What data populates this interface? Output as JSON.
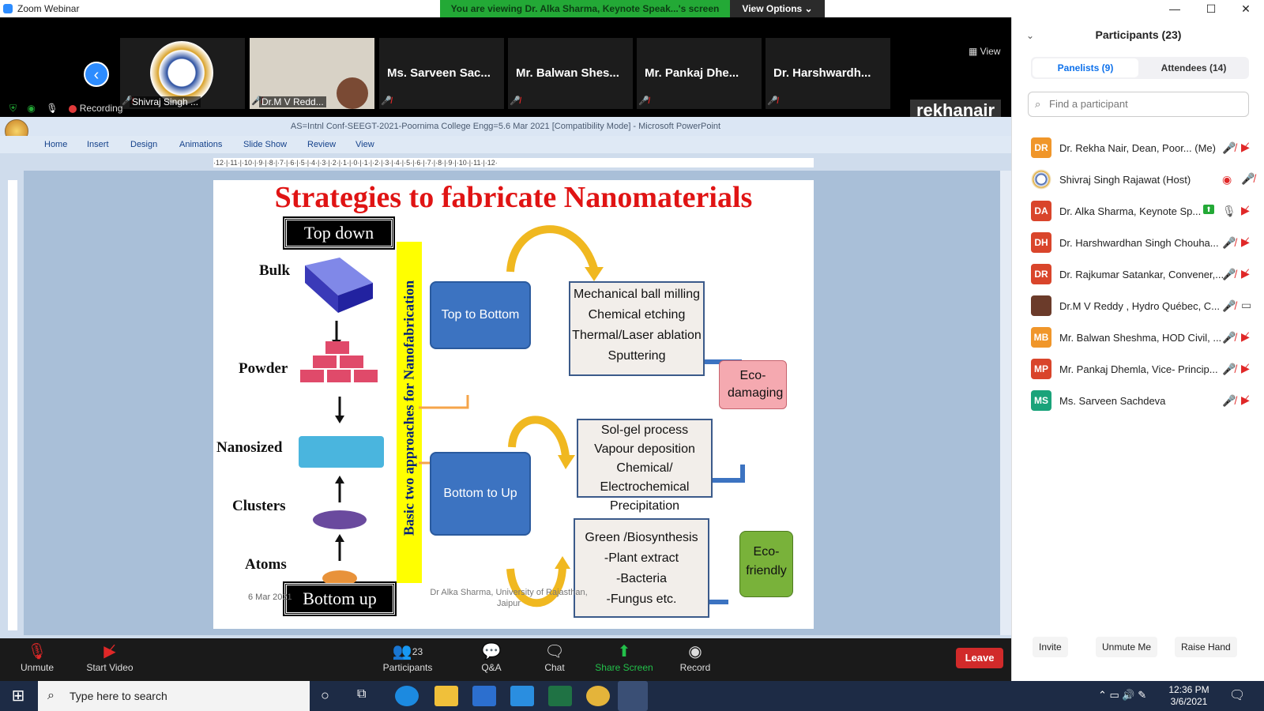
{
  "window": {
    "title": "Zoom Webinar",
    "viewing_banner": "You are viewing Dr. Alka Sharma, Keynote Speak...'s screen",
    "view_options": "View Options ⌄",
    "controls": [
      "—",
      "☐",
      "✕"
    ]
  },
  "gallery": {
    "tiles": [
      {
        "name": "",
        "label": "Shivraj Singh ..."
      },
      {
        "name": "",
        "label": "Dr.M V Redd..."
      },
      {
        "name": "Ms. Sarveen Sac...",
        "label": ""
      },
      {
        "name": "Mr. Balwan Shes...",
        "label": ""
      },
      {
        "name": "Mr. Pankaj Dhe...",
        "label": ""
      },
      {
        "name": "Dr. Harshwardh...",
        "label": ""
      }
    ],
    "view_label": "View",
    "recording_label": "Recording",
    "user_label": "rekhanair"
  },
  "ppt": {
    "window_title": "AS=Intnl Conf-SEEGT-2021-Poornima  College Engg=5.6 Mar 2021 [Compatibility Mode] - Microsoft PowerPoint",
    "tabs": [
      "Home",
      "Insert",
      "Design",
      "Animations",
      "Slide Show",
      "Review",
      "View"
    ],
    "ruler": "·12·|·11·|·10·|·9·|·8·|·7·|·6·|·5·|·4·|·3·|·2·|·1·|·0·|·1·|·2·|·3·|·4·|·5·|·6·|·7·|·8·|·9·|·10·|·11·|·12·"
  },
  "slide": {
    "title": "Strategies to fabricate Nanomaterials",
    "top_down": "Top down",
    "bottom_up": "Bottom up",
    "stages": [
      "Bulk",
      "Powder",
      "Nanosized",
      "Clusters",
      "Atoms"
    ],
    "vertical_banner": "Basic two approaches for Nanofabrication",
    "top_to_bottom": "Top to Bottom",
    "bottom_to_up": "Bottom to Up",
    "top_methods": [
      "Mechanical ball milling",
      "Chemical etching",
      "Thermal/Laser ablation",
      "Sputtering"
    ],
    "bottom_methods": [
      "Sol-gel process",
      "Vapour deposition",
      "Chemical/ Electrochemical",
      "Precipitation"
    ],
    "green_methods": [
      "Green /Biosynthesis",
      "-Plant extract",
      "-Bacteria",
      "-Fungus etc."
    ],
    "eco_damaging": "Eco-damaging",
    "eco_friendly": "Eco-friendly",
    "date": "6 Mar 2021",
    "author": "Dr Alka Sharma, University of Rajasthan, Jaipur"
  },
  "toolbar": {
    "unmute": "Unmute",
    "start_video": "Start Video",
    "participants": "Participants",
    "participants_count": "23",
    "qa": "Q&A",
    "chat": "Chat",
    "share_screen": "Share Screen",
    "record": "Record",
    "leave": "Leave"
  },
  "panel": {
    "title": "Participants (23)",
    "tab_panelists": "Panelists (9)",
    "tab_attendees": "Attendees (14)",
    "search_placeholder": "Find a participant",
    "participants": [
      {
        "initials": "DR",
        "name": "Dr. Rekha Nair, Dean, Poor...   (Me)",
        "color": "#f0962a"
      },
      {
        "initials": "",
        "name": "Shivraj Singh Rajawat (Host)",
        "color": "#ffffff"
      },
      {
        "initials": "DA",
        "name": "Dr. Alka Sharma, Keynote Sp...",
        "color": "#d9452b"
      },
      {
        "initials": "DH",
        "name": "Dr. Harshwardhan Singh Chouha...",
        "color": "#d9452b"
      },
      {
        "initials": "DR",
        "name": "Dr. Rajkumar Satankar, Convener,...",
        "color": "#d9452b"
      },
      {
        "initials": "",
        "name": "Dr.M V Reddy , Hydro Québec, C...",
        "color": "#6b3b2a"
      },
      {
        "initials": "MB",
        "name": "Mr. Balwan Sheshma, HOD Civil, ...",
        "color": "#f0962a"
      },
      {
        "initials": "MP",
        "name": "Mr. Pankaj Dhemla, Vice- Princip...",
        "color": "#d9452b"
      },
      {
        "initials": "MS",
        "name": "Ms. Sarveen Sachdeva",
        "color": "#1aa37a"
      }
    ],
    "invite": "Invite",
    "unmute_me": "Unmute Me",
    "raise_hand": "Raise Hand"
  },
  "taskbar": {
    "search_placeholder": "Type here to search",
    "time": "12:36 PM",
    "date": "3/6/2021"
  }
}
